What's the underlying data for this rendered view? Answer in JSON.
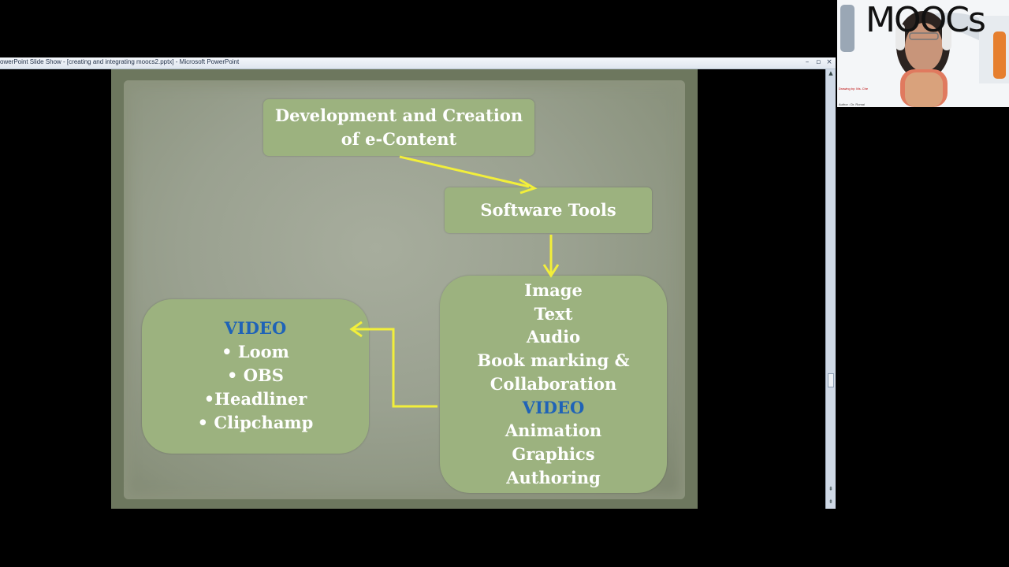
{
  "window": {
    "title": "owerPoint Slide Show - [creating and integrating moocs2.pptx] - Microsoft PowerPoint",
    "minimize_icon": "minimize-icon",
    "restore_icon": "restore-icon",
    "close_icon": "close-icon"
  },
  "slide": {
    "title_box": [
      "Development and Creation",
      "of e-Content"
    ],
    "tools_box": "Software Tools",
    "media_box": {
      "items": [
        "Image",
        "Text",
        "Audio",
        "Book marking &",
        "Collaboration"
      ],
      "highlight": "VIDEO",
      "items_after": [
        "Animation",
        "Graphics",
        "Authoring"
      ]
    },
    "video_box": {
      "heading": "VIDEO",
      "items": [
        "• Loom",
        "• OBS",
        "•Headliner",
        "• Clipchamp"
      ]
    }
  },
  "webcam": {
    "logo": "MOOCs",
    "caption": "Drawing by: Ms. Che",
    "caption2": "Author : Dr. Romai"
  },
  "colors": {
    "box_fill": "#9cb27f",
    "arrow": "#f2ef3a",
    "highlight_text": "#1f63b7"
  }
}
